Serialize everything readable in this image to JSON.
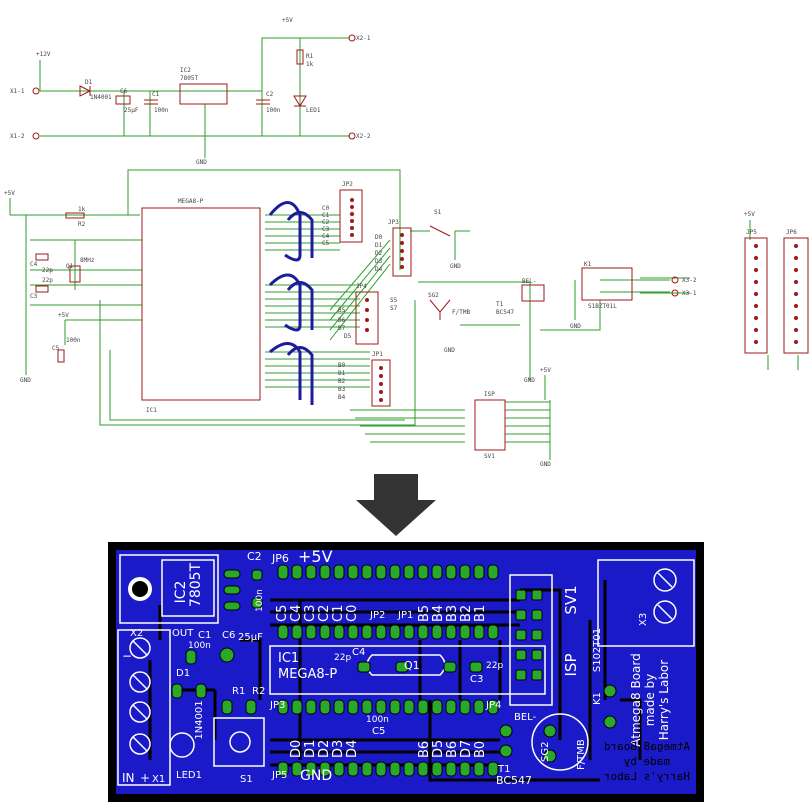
{
  "schematic": {
    "net_labels": [
      "X1-1",
      "X1-2",
      "X2-1",
      "X2-2",
      "+12V",
      "+5V",
      "+5V",
      "+5V",
      "+5V",
      "+5V",
      "GND",
      "GND",
      "GND",
      "GND",
      "GND",
      "GND",
      "GND"
    ],
    "parts": {
      "d1": "D1",
      "d1_val": "1N4001",
      "c6": "C6",
      "c6_val": "25µF",
      "c1": "C1",
      "c1_val": "100n",
      "ic2": "IC2",
      "ic2_val": "7805T",
      "c2": "C2",
      "c2_val": "100n",
      "r1": "R1",
      "r1_val": "1k",
      "led1": "LED1",
      "mcu": "MEGA8-P",
      "ic1": "IC1",
      "r2": "R2",
      "r2_val": "1k",
      "c4": "C4",
      "c4_val": "22p",
      "c3": "C3",
      "c3_val": "22p",
      "q1": "Q1",
      "q1_val": "8MHz",
      "c5": "C5",
      "c5_val": "100n",
      "jp2": "JP2",
      "jp3": "JP3",
      "jp4": "JP4",
      "jp1": "JP1",
      "jp5": "JP5",
      "jp6": "JP6",
      "s1": "S1",
      "sg2": "SG2",
      "sg2_val": "F/TMB",
      "t1": "T1",
      "t1_val": "BC547",
      "bel": "BEL-",
      "k1": "K1",
      "k1_val": "S1BZT01L",
      "x3_1": "X3-1",
      "x3_2": "X3-2",
      "isp": "ISP",
      "sv1": "SV1"
    },
    "jp2_pins": [
      "C0",
      "C1",
      "C2",
      "C3",
      "C4",
      "C5"
    ],
    "jp3_pins": [
      "D0",
      "D1",
      "D2",
      "D3",
      "D4"
    ],
    "jp4_pins": [
      "B5",
      "B6",
      "B7",
      "D5"
    ],
    "jp1_pins": [
      "B0",
      "B1",
      "B2",
      "B3",
      "B4"
    ],
    "jp5_pins": [
      "S5",
      "S7"
    ]
  },
  "board": {
    "ic2": "IC2",
    "ic2_val": "7805T",
    "c2": "C2",
    "jp6": "JP6",
    "plus5v": "+5V",
    "x2": "X2",
    "out": "OUT",
    "c1": "C1",
    "c1_val": "100n",
    "c6": "C6",
    "c6_val": "25µF",
    "d1": "D1",
    "d1_val": "1N4001",
    "r1": "R1",
    "r2": "R2",
    "jp3": "JP3",
    "s1": "S1",
    "led1": "LED1",
    "in": "IN",
    "plus": "+",
    "minus": "−",
    "x1": "X1",
    "jp5": "JP5",
    "gnd": "GND",
    "ic1": "IC1",
    "mcu": "MEGA8-P",
    "c4": "C4",
    "c4_val": "22p",
    "q1": "Q1",
    "c3": "C3",
    "c3_val": "22p",
    "c5": "C5",
    "c5_val": "100n",
    "jp2": "JP2",
    "jp1": "JP1",
    "jp4": "JP4",
    "bel": "BEL-",
    "t1": "T1",
    "t1_val": "BC547",
    "sg2": "SG2",
    "sg2_val": "F/TMB",
    "sv1": "SV1",
    "isp": "ISP",
    "k1": "K1",
    "k1_val": "S102T01",
    "x3": "X3",
    "title1": "Atmega8 Board",
    "title2": "made by",
    "title3": "Harry's Labor",
    "c_row": [
      "C5",
      "C4",
      "C3",
      "C2",
      "C1",
      "C0"
    ],
    "b_row_top": [
      "B5",
      "B4",
      "B3",
      "B2",
      "B1"
    ],
    "d_row": [
      "D0",
      "D1",
      "D2",
      "D3",
      "D4"
    ],
    "b_row_bot": [
      "B6",
      "D5",
      "B6",
      "D7",
      "B0"
    ],
    "val_100n": "100n"
  },
  "colors": {
    "wire": "#2e9e2e",
    "part": "#a01818",
    "bus": "#1c1c9c",
    "board": "#1a1ac8",
    "silk": "#ffffff",
    "pad": "#29a829",
    "arrow": "#333333"
  }
}
